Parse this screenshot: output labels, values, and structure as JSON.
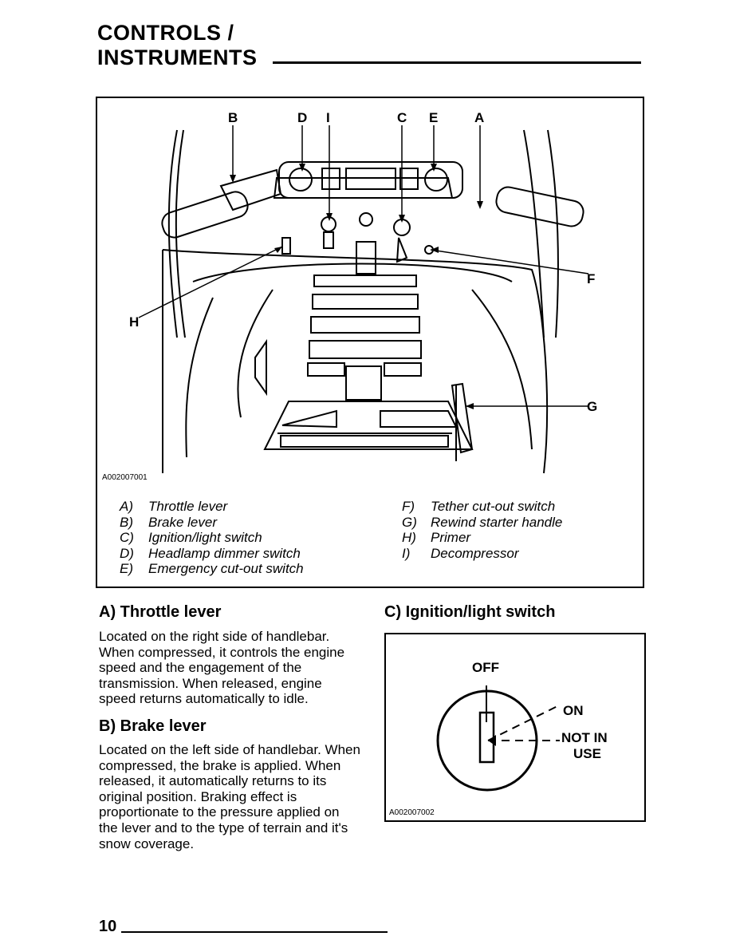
{
  "header": {
    "line1": "CONTROLS /",
    "line2": "INSTRUMENTS"
  },
  "figure": {
    "id": "A002007001",
    "callouts": [
      "B",
      "D",
      "I",
      "C",
      "E",
      "A",
      "F",
      "H",
      "G"
    ],
    "legend_left": [
      {
        "key": "A)",
        "text": "Throttle lever"
      },
      {
        "key": "B)",
        "text": "Brake lever"
      },
      {
        "key": "C)",
        "text": "Ignition/light switch"
      },
      {
        "key": "D)",
        "text": "Headlamp dimmer switch"
      },
      {
        "key": "E)",
        "text": "Emergency cut-out switch"
      }
    ],
    "legend_right": [
      {
        "key": "F)",
        "text": "Tether cut-out switch"
      },
      {
        "key": "G)",
        "text": "Rewind starter handle"
      },
      {
        "key": "H)",
        "text": "Primer"
      },
      {
        "key": "I)",
        "text": "Decompressor"
      }
    ]
  },
  "sections": {
    "throttle": {
      "heading": "A) Throttle lever",
      "body": "Located on the right side of handlebar. When compressed, it controls the engine speed and the engagement of the transmission. When released, engine speed returns automatically to idle."
    },
    "brake": {
      "heading": "B) Brake lever",
      "body": "Located on the left side of handlebar. When compressed, the brake is applied. When released, it automatically returns to its original position. Braking effect is proportionate to the pressure applied on the lever and to the type of terrain and it's snow coverage."
    },
    "ignition": {
      "heading": "C) Ignition/light switch",
      "figure_id": "A002007002",
      "labels": {
        "off": "OFF",
        "on": "ON",
        "not_in_use_1": "NOT IN",
        "not_in_use_2": "USE"
      }
    }
  },
  "footer": {
    "page_number": "10"
  }
}
